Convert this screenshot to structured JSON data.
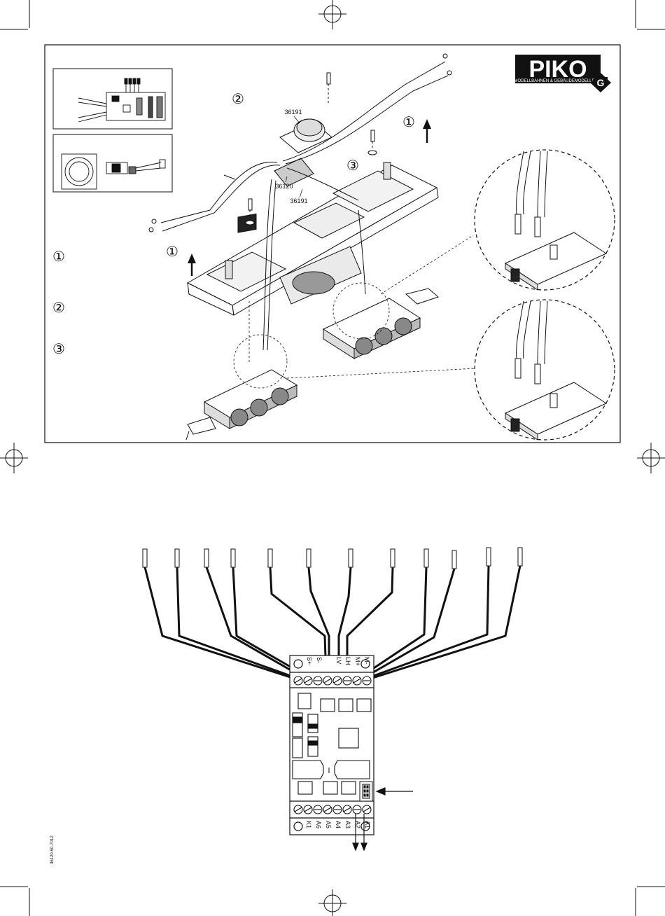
{
  "brand": {
    "name": "PIKO",
    "tagline": "MODELLBAHNEN & GEBÄUDEMODELLE",
    "badge": "G"
  },
  "steps": {
    "one": "①",
    "two": "②",
    "three": "③"
  },
  "part_labels": {
    "speaker": "36191",
    "decoder": "36120",
    "decoder_lower": "36191"
  },
  "terminals": {
    "top": [
      "S+",
      "S-",
      "LV",
      "LH",
      "M+",
      "M-"
    ],
    "bottom": [
      "A1",
      "A2",
      "A3",
      "A4",
      "A5",
      "A6",
      "K1"
    ]
  },
  "doc_code": "36120-50-7012",
  "colors": {
    "line": "#111111",
    "paper": "#ffffff"
  }
}
